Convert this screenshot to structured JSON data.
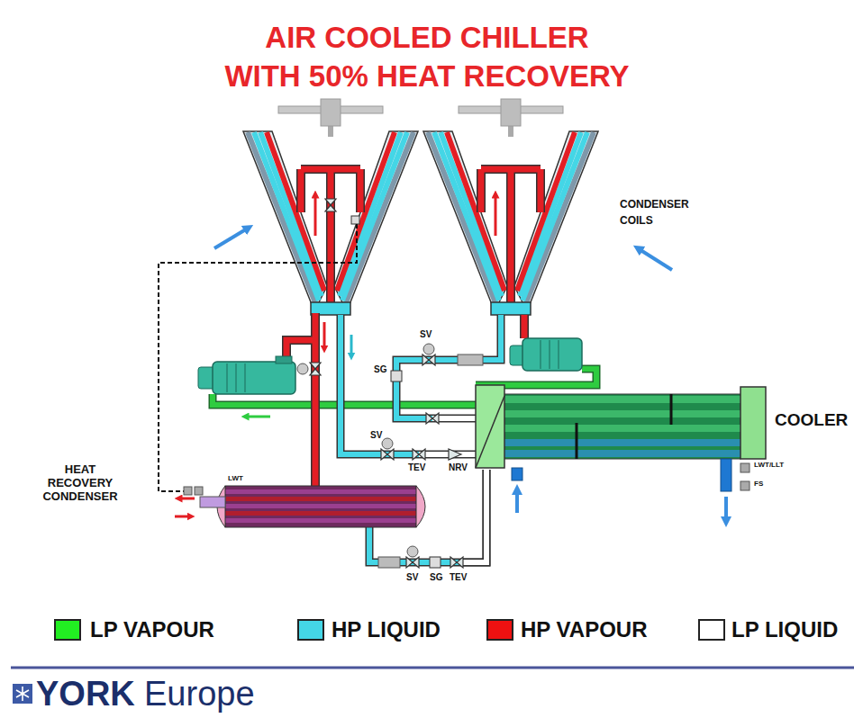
{
  "diagram": {
    "title": "AIR COOLED CHILLER WITH 50% HEAT RECOVERY",
    "nodes": [
      {
        "text": [
          "COOLER"
        ]
      },
      {
        "text": [
          "HEAT RECOVERY CONDENSER"
        ]
      }
    ],
    "edges": [
      {
        "from": 1,
        "to": 0,
        "arrow": "none"
      }
    ],
    "labels": [
      "CONDENSER COILS",
      "SV",
      "SG",
      "SV",
      "TEV",
      "NRV",
      "LWT/LLT",
      "FS",
      "LWT",
      "SV",
      "SG",
      "TEV",
      "YORK",
      "Europe"
    ],
    "legend": [
      {
        "text": "LP VAPOUR",
        "color": "#22ee22"
      },
      {
        "text": "HP LIQUID",
        "color": "#44d6e6"
      },
      {
        "text": "HP VAPOUR",
        "color": "#ee1111"
      },
      {
        "text": "LP LIQUID",
        "color": "#ffffff"
      }
    ]
  }
}
